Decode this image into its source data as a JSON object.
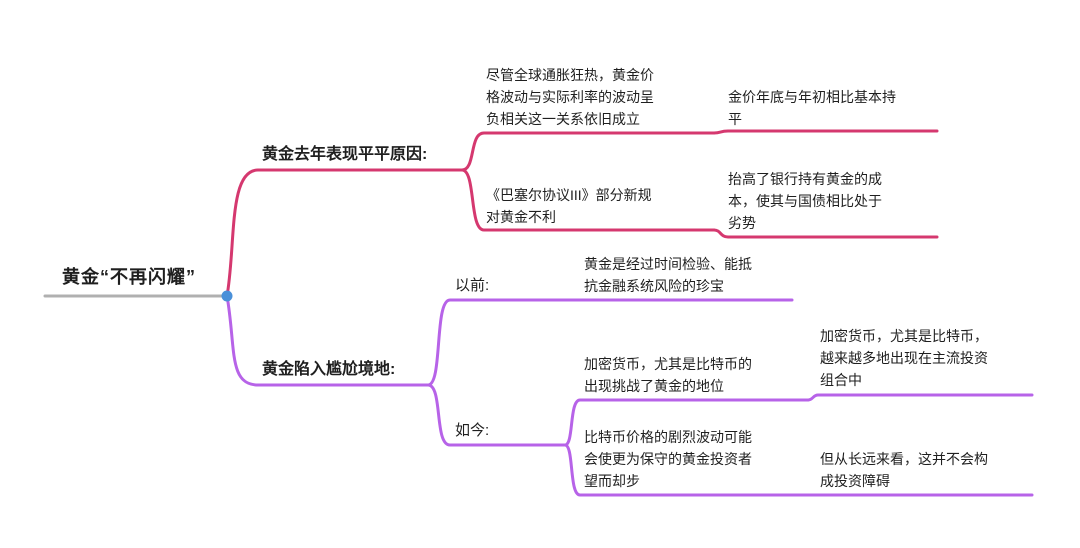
{
  "colors": {
    "branch_top": "#d5386f",
    "branch_bottom": "#b763e8",
    "root_line": "#b0b0b0",
    "root_dot": "#4a90d9",
    "text": "#1f1f1f"
  },
  "root": {
    "label": "黄金“不再闪耀”"
  },
  "top_branch": {
    "label": "黄金去年表现平平原因:",
    "children": [
      {
        "text": "尽管全球通胀狂热，黄金价格波动与实际利率的波动呈负相关这一关系依旧成立",
        "detail": "金价年底与年初相比基本持平"
      },
      {
        "text": "《巴塞尔协议III》部分新规对黄金不利",
        "detail": "抬高了银行持有黄金的成本，使其与国债相比处于劣势"
      }
    ]
  },
  "bottom_branch": {
    "label": "黄金陷入尴尬境地:",
    "children": [
      {
        "text": "以前:",
        "detail": "黄金是经过时间检验、能抵抗金融系统风险的珍宝"
      },
      {
        "text": "如今:",
        "sub": [
          {
            "text": "加密货币，尤其是比特币的出现挑战了黄金的地位",
            "detail": "加密货币，尤其是比特币，越来越多地出现在主流投资组合中"
          },
          {
            "text": "比特币价格的剧烈波动可能会使更为保守的黄金投资者望而却步",
            "detail": "但从长远来看，这并不会构成投资障碍"
          }
        ]
      }
    ]
  }
}
